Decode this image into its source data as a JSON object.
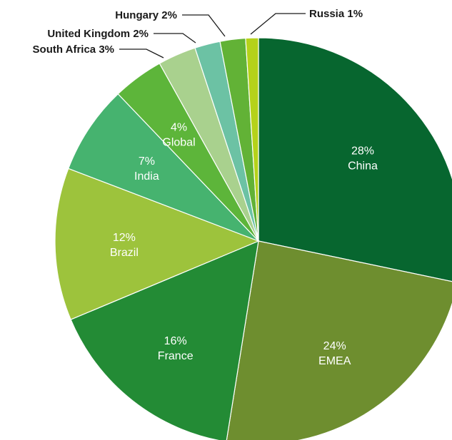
{
  "chart_data": {
    "type": "pie",
    "start_angle_deg": 0,
    "direction": "clockwise",
    "slices": [
      {
        "name": "China",
        "value": 28,
        "display_value": "28%",
        "label_mode": "inside",
        "color": "#07662f"
      },
      {
        "name": "EMEA",
        "value": 24,
        "display_value": "24%",
        "label_mode": "inside",
        "color": "#6e8e2f"
      },
      {
        "name": "France",
        "value": 16,
        "display_value": "16%",
        "label_mode": "inside",
        "color": "#238b35"
      },
      {
        "name": "Brazil",
        "value": 12,
        "display_value": "12%",
        "label_mode": "inside",
        "color": "#9dc33c"
      },
      {
        "name": "India",
        "value": 7,
        "display_value": "7%",
        "label_mode": "inside",
        "color": "#46b36f"
      },
      {
        "name": "Global",
        "value": 4,
        "display_value": "4%",
        "label_mode": "inside",
        "color": "#5db53a"
      },
      {
        "name": "South Africa",
        "value": 3,
        "display_value": "3%",
        "label_mode": "callout",
        "label": "South Africa 3%",
        "color": "#a9d18e"
      },
      {
        "name": "United Kingdom",
        "value": 2,
        "display_value": "2%",
        "label_mode": "callout",
        "label": "United Kingdom 2%",
        "color": "#6cc2a4"
      },
      {
        "name": "Hungary",
        "value": 2,
        "display_value": "2%",
        "label_mode": "callout",
        "label": "Hungary 2%",
        "color": "#62b236"
      },
      {
        "name": "Russia",
        "value": 1,
        "display_value": "1%",
        "label_mode": "callout",
        "label": "Russia 1%",
        "color": "#b5d21a"
      }
    ]
  }
}
